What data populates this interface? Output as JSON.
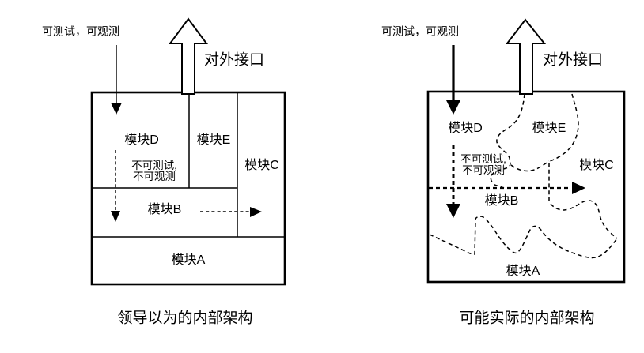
{
  "colors": {
    "ink": "#000000",
    "background": "#ffffff"
  },
  "panels": [
    {
      "caption": "领导以为的内部架构",
      "annotation": "可测试，可观测",
      "interface_label": "对外接口",
      "note_line1": "不可测试,",
      "note_line2": "不可观测",
      "modules": {
        "a": "模块A",
        "b": "模块B",
        "c": "模块C",
        "d": "模块D",
        "e": "模块E"
      }
    },
    {
      "caption": "可能实际的内部架构",
      "annotation": "可测试，可观测",
      "interface_label": "对外接口",
      "note_line1": "不可测试,",
      "note_line2": "不可观测",
      "modules": {
        "a": "模块A",
        "b": "模块B",
        "c": "模块C",
        "d": "模块D",
        "e": "模块E"
      }
    }
  ]
}
